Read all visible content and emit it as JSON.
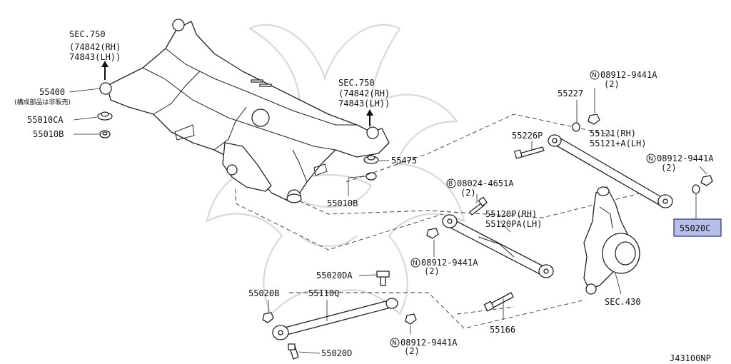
{
  "diagram_code": "J43100NP",
  "labels": {
    "sec750_a": "SEC.750",
    "sec750_a_rh": "(74842(RH)",
    "sec750_a_lh": "74843(LH))",
    "p55400": "55400",
    "p55400_note": "(構成部品は非販売)",
    "p55010ca": "55010CA",
    "p55010b_a": "55010B",
    "sec750_b": "SEC.750",
    "sec750_b_rh": "(74842(RH)",
    "sec750_b_lh": "74843(LH))",
    "p55475": "55475",
    "p55010b_b": "55010B",
    "p55227": "55227",
    "n_top": "08912-9441A",
    "n_top_qty": "(2)",
    "p55226p": "55226P",
    "p55121": "55121(RH)",
    "p55121a": "55121+A(LH)",
    "n_mid": "08912-9441A",
    "n_mid_qty": "(2)",
    "b_bolt": "08024-4651A",
    "b_bolt_qty": "(2)",
    "p55120p": "55120P(RH)",
    "p55120pa": "55120PA(LH)",
    "p55020c": "55020C",
    "n_low": "08912-9441A",
    "n_low_qty": "(2)",
    "p55020da": "55020DA",
    "p55020b": "55020B",
    "p55110q": "55110Q",
    "sec430": "SEC.430",
    "p55166": "55166",
    "n_bot": "08912-9441A",
    "n_bot_qty": "(2)",
    "p55020d": "55020D",
    "n_sym": "N",
    "b_sym": "B"
  }
}
